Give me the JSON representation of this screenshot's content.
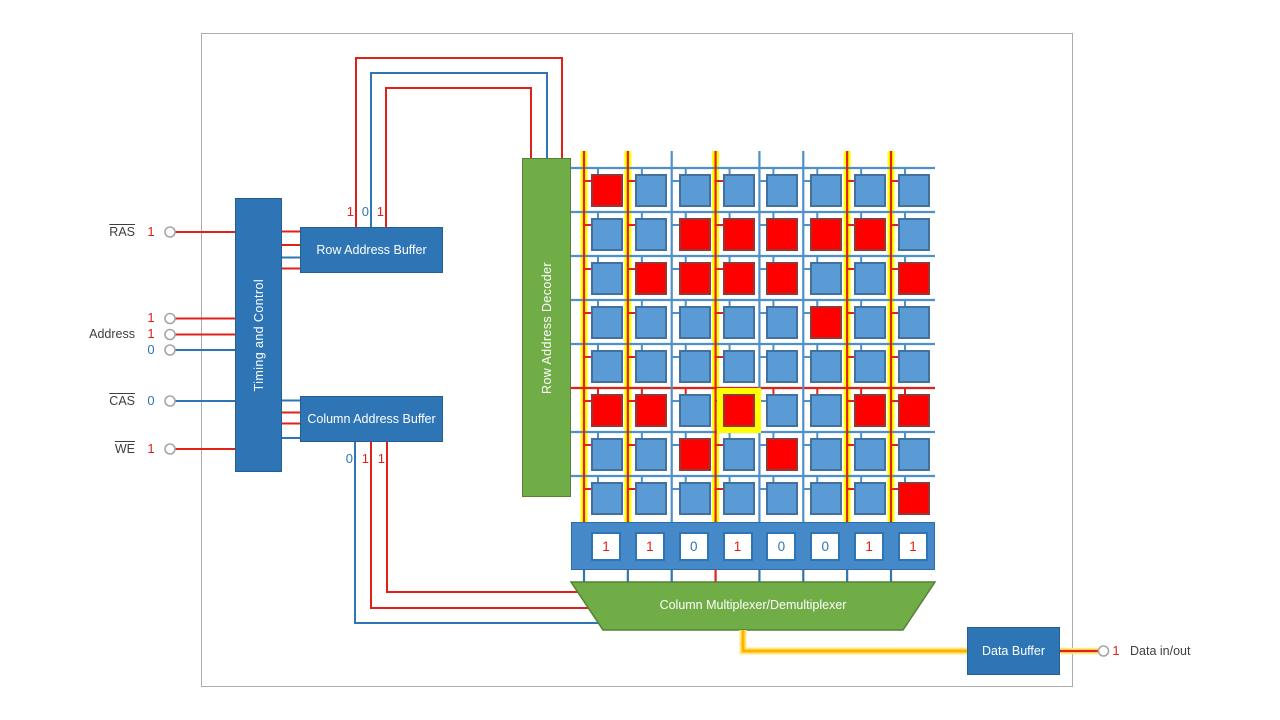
{
  "diagram": {
    "inputs": [
      {
        "label": "RAS",
        "overline": true,
        "value": "1",
        "state": 1
      },
      {
        "label": "Address",
        "bits": [
          {
            "value": "1",
            "state": 1
          },
          {
            "value": "1",
            "state": 1
          },
          {
            "value": "0",
            "state": 0
          }
        ]
      },
      {
        "label": "CAS",
        "overline": true,
        "value": "0",
        "state": 0
      },
      {
        "label": "WE",
        "overline": true,
        "value": "1",
        "state": 1
      }
    ],
    "blocks": {
      "timing_control": "Timing and Control",
      "row_address_buffer": "Row Address Buffer",
      "column_address_buffer": "Column Address Buffer",
      "row_address_decoder": "Row Address Decoder",
      "column_mux": "Column Multiplexer/Demultiplexer",
      "data_buffer": "Data Buffer"
    },
    "row_address_bits": [
      {
        "value": "1",
        "state": 1
      },
      {
        "value": "0",
        "state": 0
      },
      {
        "value": "1",
        "state": 1
      }
    ],
    "column_address_bits": [
      {
        "value": "0",
        "state": 0
      },
      {
        "value": "1",
        "state": 1
      },
      {
        "value": "1",
        "state": 1
      }
    ],
    "memory": {
      "rows": 8,
      "cols": 8,
      "cells": [
        [
          1,
          0,
          0,
          0,
          0,
          0,
          0,
          0
        ],
        [
          0,
          0,
          1,
          1,
          1,
          1,
          1,
          0
        ],
        [
          0,
          1,
          1,
          1,
          1,
          0,
          0,
          1
        ],
        [
          0,
          0,
          0,
          0,
          0,
          1,
          0,
          0
        ],
        [
          0,
          0,
          0,
          0,
          0,
          0,
          0,
          0
        ],
        [
          1,
          1,
          0,
          1,
          0,
          0,
          1,
          1
        ],
        [
          0,
          0,
          1,
          0,
          1,
          0,
          0,
          0
        ],
        [
          0,
          0,
          0,
          0,
          0,
          0,
          0,
          1
        ]
      ],
      "active_row": 6,
      "selected_cell": {
        "row": 6,
        "col": 4
      }
    },
    "sense_register": [
      "1",
      "1",
      "0",
      "1",
      "0",
      "0",
      "1",
      "1"
    ],
    "output": {
      "value": "1",
      "state": 1,
      "label": "Data in/out"
    }
  },
  "colors": {
    "signal_high": "#e0211a",
    "signal_low": "#2e75b6",
    "grid_line": "#4e90c9",
    "cell_one_fill": "#fe0000",
    "cell_one_border": "#953735",
    "cell_zero_fill": "#5b9bd5",
    "cell_zero_border": "#41719c",
    "block_fill": "#2e75b6",
    "block_border": "#255e93",
    "green_fill": "#70ad47",
    "green_border": "#538135",
    "highlight_yellow": "#ffff00",
    "bus_glow": "#ffe878",
    "bus_core": "#ffb300",
    "register_bar": "#4689c8",
    "terminal_stroke": "#a6a6a6",
    "text_dark": "#3f3f3f",
    "frame_border": "#ababab"
  }
}
